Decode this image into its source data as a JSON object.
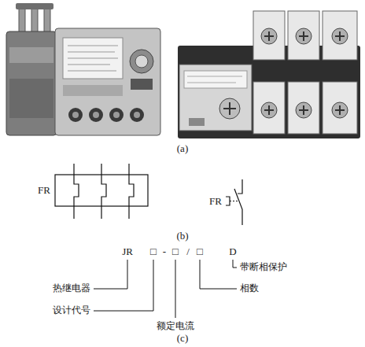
{
  "diagram": {
    "labels": [
      "(a)",
      "FR",
      "FR",
      "(b)",
      "JR",
      "□",
      "-",
      "□",
      "/",
      "□",
      "D",
      "带断相保护",
      "热继电器",
      "相数",
      "设计代号",
      "额定电流",
      "(c)"
    ]
  }
}
